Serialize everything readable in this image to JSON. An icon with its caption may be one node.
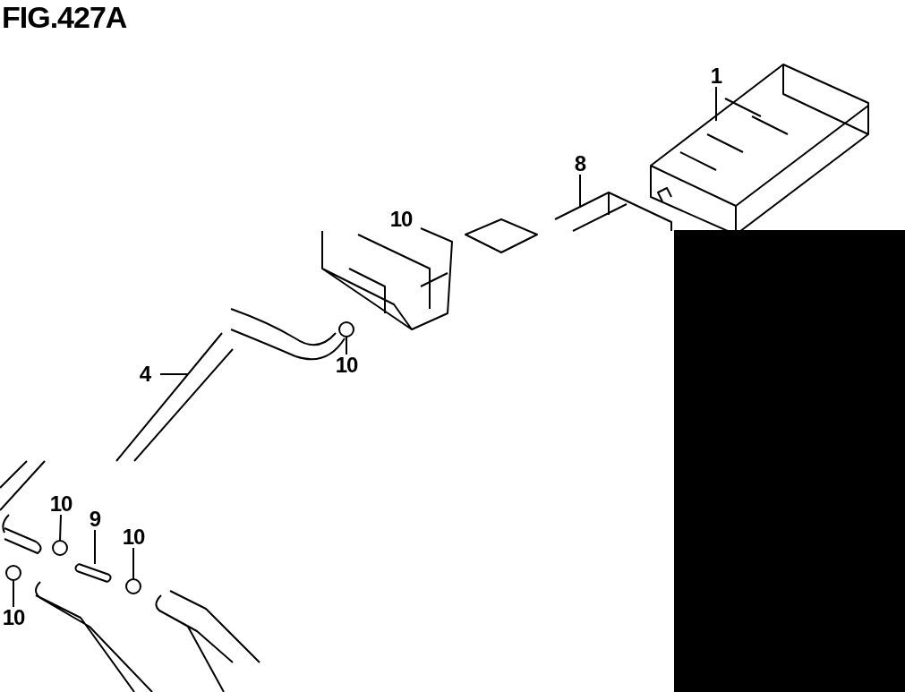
{
  "diagram": {
    "title": "FIG.427A",
    "nodes": [
      {
        "text": [
          "1"
        ]
      },
      {
        "text": [
          "8"
        ]
      },
      {
        "text": [
          "10"
        ]
      },
      {
        "text": [
          "4"
        ]
      },
      {
        "text": [
          "10"
        ]
      },
      {
        "text": [
          "9"
        ]
      },
      {
        "text": [
          "10"
        ]
      },
      {
        "text": [
          "10"
        ]
      },
      {
        "text": [],
        "shape": "circle"
      },
      {
        "text": [],
        "shape": "circle"
      },
      {
        "text": [],
        "shape": "circle"
      },
      {
        "text": [],
        "shape": "circle"
      }
    ],
    "edges": [
      {
        "from": 0,
        "to": null,
        "arrow": "none"
      },
      {
        "from": 1,
        "to": null,
        "arrow": "none"
      },
      {
        "from": 2,
        "to": 11,
        "arrow": "none"
      },
      {
        "from": 3,
        "to": null,
        "arrow": "none"
      },
      {
        "from": 4,
        "to": 9,
        "arrow": "none"
      },
      {
        "from": 5,
        "to": null,
        "arrow": "none"
      },
      {
        "from": 6,
        "to": 10,
        "arrow": "none"
      },
      {
        "from": 7,
        "to": 8,
        "arrow": "none"
      }
    ],
    "labels": [
      "10"
    ]
  }
}
